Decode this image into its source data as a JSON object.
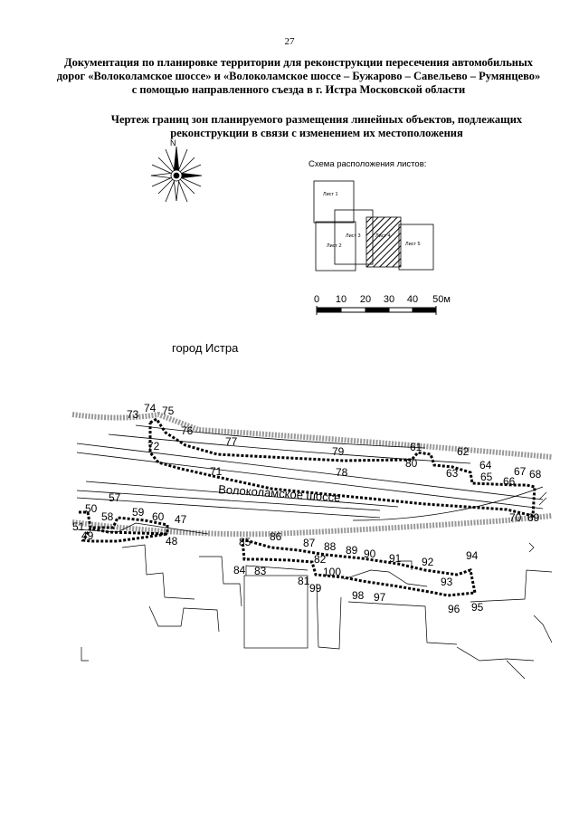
{
  "page_number": "27",
  "title": "Документация по планировке территории для реконструкции пересечения автомобильных дорог «Волоколамское шоссе» и «Волоколамское шоссе – Бужарово – Савельево – Румянцево» с помощью направленного съезда в г. Истра Московской области",
  "subtitle": "Чертеж границ зон планируемого размещения линейных объектов, подлежащих реконструкции в связи с изменением их местоположения",
  "compass": {
    "north_label": "N"
  },
  "sheet_scheme": {
    "label": "Схема расположения листов:",
    "sheets": [
      "Лист 1",
      "Лист 2",
      "Лист 3",
      "Лист 4",
      "Лист 5"
    ]
  },
  "scale_bar": {
    "ticks": [
      "0",
      "10",
      "20",
      "30",
      "40",
      "50м"
    ]
  },
  "city_label": "город Истра",
  "road_label": "Волоколамское шоссе",
  "points": [
    "47",
    "48",
    "49",
    "50",
    "51",
    "57",
    "58",
    "59",
    "60",
    "61",
    "62",
    "63",
    "64",
    "65",
    "66",
    "67",
    "68",
    "69",
    "70",
    "71",
    "72",
    "73",
    "74",
    "75",
    "76",
    "77",
    "78",
    "79",
    "80",
    "81",
    "82",
    "83",
    "84",
    "85",
    "86",
    "87",
    "88",
    "89",
    "90",
    "91",
    "92",
    "93",
    "94",
    "95",
    "96",
    "97",
    "98",
    "99",
    "100"
  ]
}
